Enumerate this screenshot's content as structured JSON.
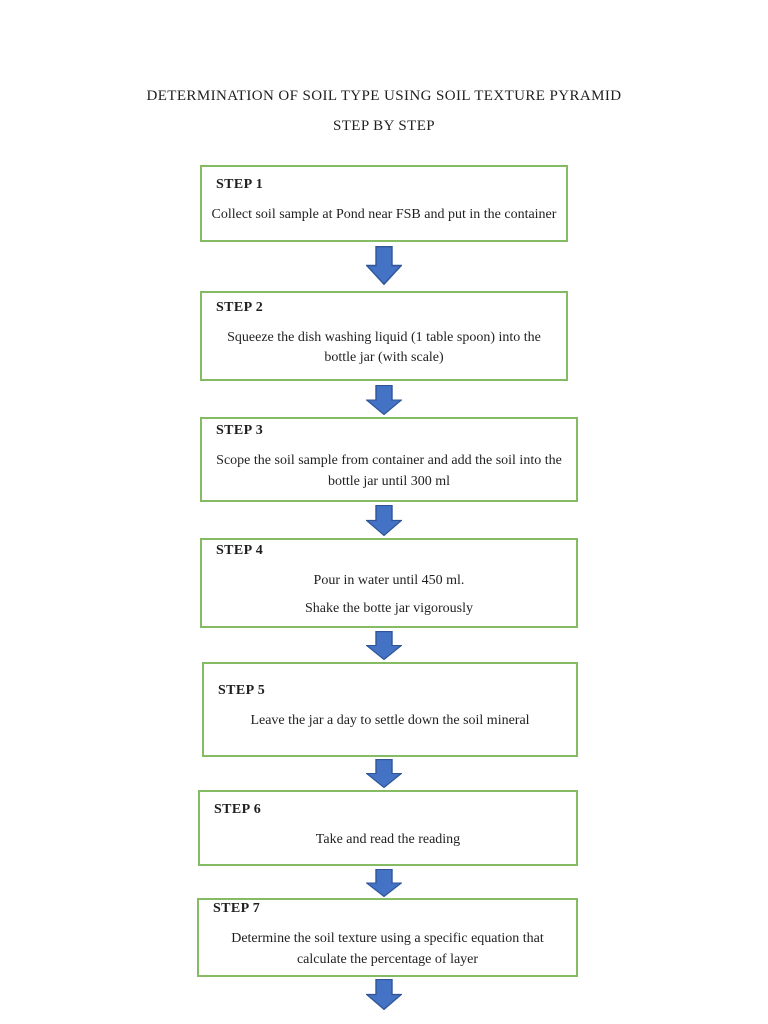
{
  "title": {
    "line1": "DETERMINATION OF SOIL TYPE USING SOIL TEXTURE PYRAMID",
    "line2": "STEP BY STEP"
  },
  "colors": {
    "box_border": "#85BB63",
    "arrow_fill": "#4472C4",
    "arrow_stroke": "#2F5597",
    "text": "#1F1F1F"
  },
  "icons": {
    "connector": "down-block-arrow"
  },
  "steps": [
    {
      "label": "STEP 1",
      "lines": [
        "Collect soil sample at Pond near FSB and put in the container"
      ]
    },
    {
      "label": "STEP 2",
      "lines": [
        "Squeeze the dish washing liquid (1 table spoon) into the bottle jar (with scale)"
      ]
    },
    {
      "label": "STEP 3",
      "lines": [
        "Scope the soil sample from container and add the soil into the bottle jar until 300 ml"
      ]
    },
    {
      "label": "STEP 4",
      "lines": [
        "Pour in water until 450 ml.",
        "Shake the botte jar vigorously"
      ]
    },
    {
      "label": "STEP 5",
      "lines": [
        "Leave the jar a day to settle down the soil mineral"
      ]
    },
    {
      "label": "STEP 6",
      "lines": [
        "Take and read the reading"
      ]
    },
    {
      "label": "STEP 7",
      "lines": [
        "Determine the soil texture using a specific equation that calculate the percentage of layer"
      ]
    }
  ]
}
